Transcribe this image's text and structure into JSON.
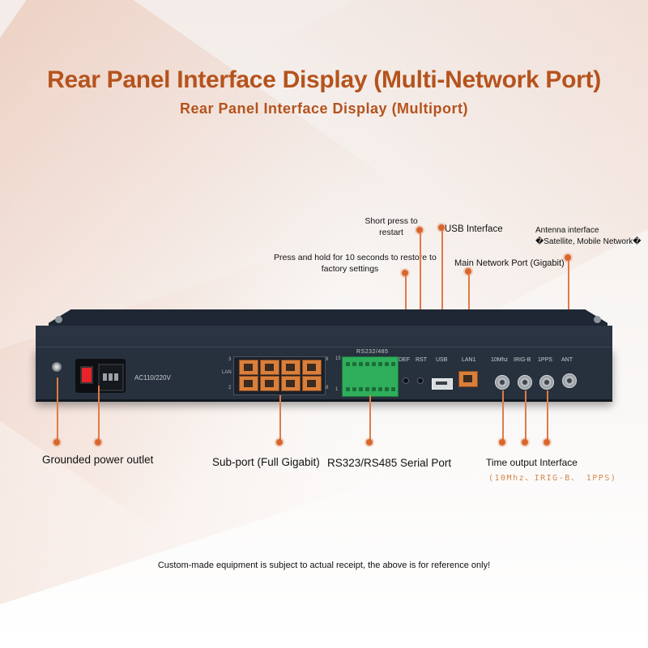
{
  "header": {
    "title": "Rear Panel Interface Display (Multi-Network Port)",
    "subtitle": "Rear Panel Interface Display (Multiport)"
  },
  "callouts": {
    "short_press": "Short press to restart",
    "short_press_l1": "Short press to",
    "short_press_l2": "restart",
    "usb": "USB Interface",
    "hold_l1": "Press and hold for 10 seconds to restore to",
    "hold_l2": "factory settings",
    "main_network": "Main Network Port (Gigabit)",
    "antenna_l1": "Antenna interface",
    "antenna_l2": "�Satellite, Mobile Network�",
    "grounded_power": "Grounded power outlet",
    "sub_port": "Sub-port (Full Gigabit)",
    "serial": "RS323/RS485 Serial Port",
    "time_output": "Time output Interface",
    "time_output_sub": "(10Mhz、IRIG-B、 1PPS)"
  },
  "device": {
    "ac_label": "AC110/220V",
    "lan_tag": "LAN",
    "rs_label": "RS232/485",
    "port_labels": {
      "def": "DEF",
      "rst": "RST",
      "usb": "USB",
      "lan1": "LAN1",
      "mhz": "10Mhz",
      "irig": "IRIG-B",
      "pps": "1PPS",
      "ant": "ANT"
    },
    "lan_numbers": [
      "3",
      "9",
      "2",
      "8"
    ],
    "rs_numbers": [
      "15",
      "1"
    ]
  },
  "footer": {
    "note": "Custom-made equipment is subject to actual receipt, the above is for reference only!"
  },
  "colors": {
    "accent": "#b5531d",
    "callout": "#d9662c",
    "panel": "#27313d",
    "port": "#d97f3b",
    "terminal": "#2fae5c"
  }
}
